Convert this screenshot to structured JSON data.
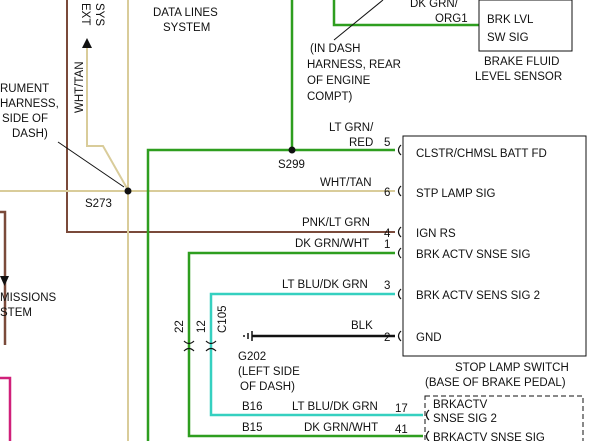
{
  "colors": {
    "ltgrn_red": "#2e9e1f",
    "dkgrn": "#2e9e1f",
    "wht_tan": "#d9cc9a",
    "pnk_ltgrn": "#7a4a3a",
    "ltblu_dkgrn": "#35d0c0",
    "blk": "#111111",
    "magenta": "#d0207a",
    "dark": "#111111"
  },
  "icons": {
    "arrow": "filled-triangle-arrow",
    "ground": "ground-symbol"
  },
  "top_labels": {
    "ext_sys": [
      "EXT",
      "SYS"
    ],
    "data_lines": [
      "DATA LINES",
      "SYSTEM"
    ],
    "dk_grn_org1": [
      "DK GRN/",
      "ORG1"
    ]
  },
  "brake_fluid": {
    "box": [
      "BRK LVL",
      "SW SIG"
    ],
    "caption": [
      "BRAKE FLUID",
      "LEVEL SENSOR"
    ]
  },
  "in_dash": [
    "(IN DASH",
    "HARNESS, REAR",
    "OF ENGINE",
    "COMPT)"
  ],
  "instrument": [
    "RUMENT",
    "HARNESS,",
    "SIDE OF",
    "DASH)"
  ],
  "wht_tan_vertical": "WHT/TAN",
  "splices": {
    "s299": "S299",
    "s273": "S273"
  },
  "wires": {
    "ltgrn_red": [
      "LT GRN/",
      "RED"
    ],
    "wht_tan": "WHT/TAN",
    "pnk_ltgrn": "PNK/LT GRN",
    "dkgrn_wht": "DK GRN/WHT",
    "ltblu_dkgrn": "LT BLU/DK GRN",
    "blk": "BLK"
  },
  "module_pins": [
    {
      "pin": "5",
      "label": "CLSTR/CHMSL BATT FD"
    },
    {
      "pin": "6",
      "label": "STP LAMP SIG"
    },
    {
      "pin": "4",
      "label": "IGN RS"
    },
    {
      "pin": "1",
      "label": "BRK ACTV SNSE SIG"
    },
    {
      "pin": "3",
      "label": "BRK ACTV SENS SIG 2"
    },
    {
      "pin": "2",
      "label": "GND"
    }
  ],
  "connector": {
    "c105": "C105",
    "pin22": "22",
    "pin12": "12"
  },
  "ground": [
    "G202",
    "(LEFT SIDE",
    "OF DASH)"
  ],
  "missions": [
    "MISSIONS",
    "STEM"
  ],
  "stop_switch": {
    "caption": [
      "STOP LAMP SWITCH",
      "(BASE OF BRAKE PEDAL)"
    ],
    "box_lines": [
      "BRKACTV",
      "SNSE SIG 2",
      "BRKACTV SNSE SIG"
    ],
    "b16": "B16",
    "b15": "B15",
    "wire16": "LT BLU/DK GRN",
    "wire15": "DK GRN/WHT",
    "pin17": "17",
    "pin41": "41"
  }
}
